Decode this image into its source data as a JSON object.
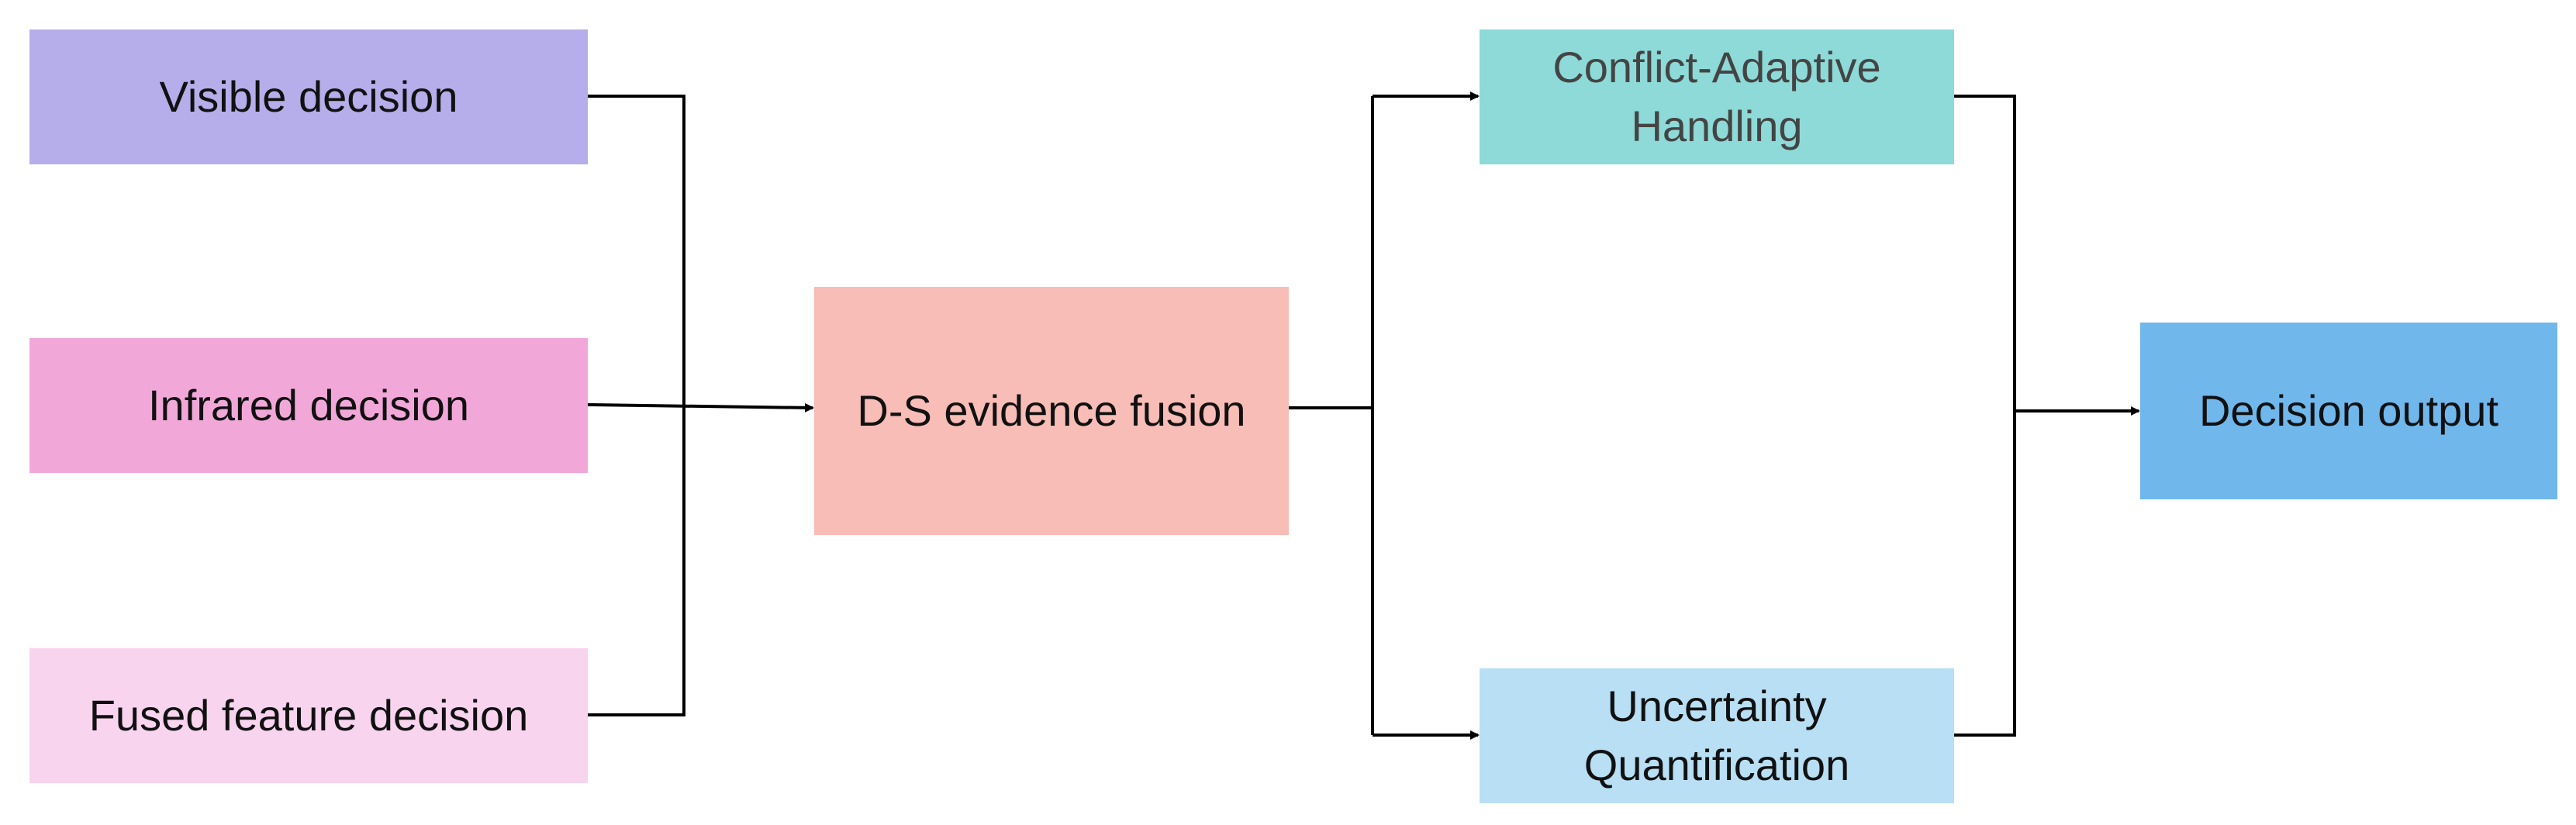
{
  "diagram": {
    "nodes": {
      "visible": {
        "label": "Visible decision",
        "color": "#b6aeea"
      },
      "infrared": {
        "label": "Infrared decision",
        "color": "#f1a8d9"
      },
      "fused": {
        "label": "Fused feature decision",
        "color": "#f8d4ef"
      },
      "ds_fusion": {
        "label": "D-S evidence fusion",
        "color": "#f8bdb7"
      },
      "conflict": {
        "label": "Conflict-Adaptive Handling",
        "color": "#8ddad8"
      },
      "uncertainty": {
        "label": "Uncertainty Quantification",
        "color": "#b8dff4"
      },
      "output": {
        "label": "Decision output",
        "color": "#70b7ec"
      }
    },
    "edges": [
      {
        "from": "visible",
        "to": "ds_fusion"
      },
      {
        "from": "infrared",
        "to": "ds_fusion"
      },
      {
        "from": "fused",
        "to": "ds_fusion"
      },
      {
        "from": "ds_fusion",
        "to": "conflict"
      },
      {
        "from": "ds_fusion",
        "to": "uncertainty"
      },
      {
        "from": "conflict",
        "to": "output"
      },
      {
        "from": "uncertainty",
        "to": "output"
      }
    ]
  }
}
